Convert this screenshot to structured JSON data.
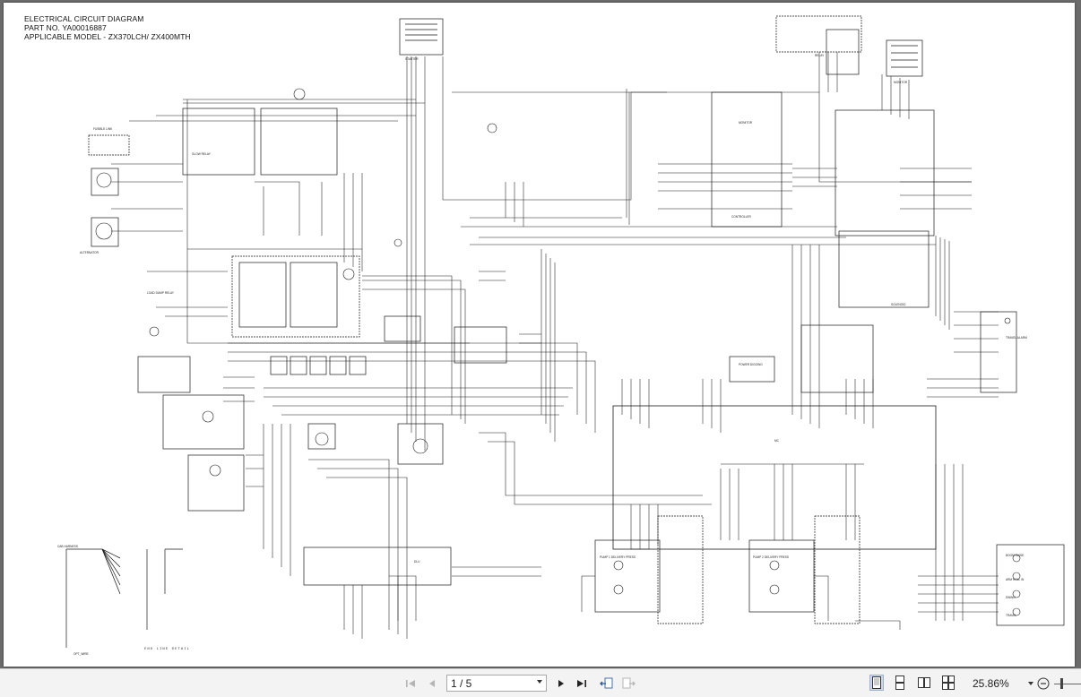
{
  "document": {
    "title_line1": "ELECTRICAL CIRCUIT DIAGRAM",
    "title_line2": "PART NO. YA00016887",
    "title_line3": "APPLICABLE MODEL - ZX370LCH/ ZX400MTH",
    "detail_label": "END LINE DETAIL"
  },
  "toolbar": {
    "page_indicator": "1 / 5",
    "zoom": "25.86%",
    "icons": [
      "first-page-icon",
      "prev-page-icon",
      "next-page-icon",
      "last-page-icon",
      "back-view-icon",
      "forward-view-icon",
      "single-page-view-icon",
      "continuous-view-icon",
      "facing-view-icon",
      "facing-continuous-icon",
      "zoom-out-icon"
    ]
  },
  "colors": {
    "viewer_bg": "#6b6b6b",
    "toolbar_bg": "#f3f3f3",
    "line": "#1a1a1a"
  }
}
